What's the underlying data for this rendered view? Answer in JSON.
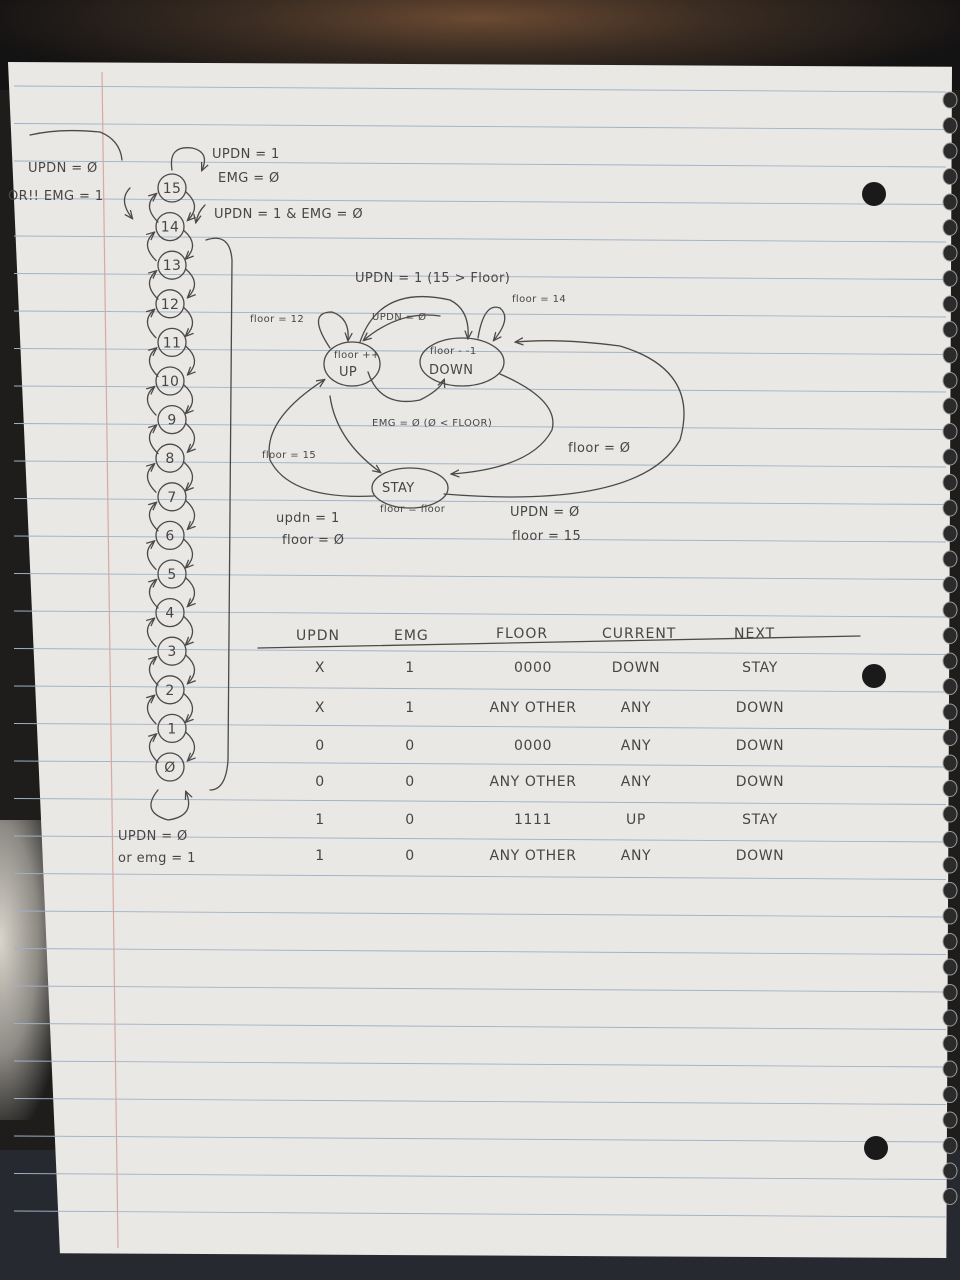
{
  "notes": {
    "top_left_condition": {
      "line1": "UPDN = Ø",
      "line2": "OR!! EMG = 1"
    },
    "top_loop": {
      "line1": "UPDN = 1",
      "line2": "EMG = Ø"
    },
    "top_arrow_label": "UPDN = 1 & EMG = Ø",
    "bottom_condition": {
      "line1": "UPDN = Ø",
      "line2": "or emg = 1"
    }
  },
  "floor_chain": [
    "15",
    "14",
    "13",
    "12",
    "11",
    "10",
    "9",
    "8",
    "7",
    "6",
    "5",
    "4",
    "3",
    "2",
    "1",
    "Ø"
  ],
  "state_diagram": {
    "states": {
      "up": {
        "label": "UP",
        "sublabel": "floor ++"
      },
      "down": {
        "label": "DOWN",
        "sublabel": "floor - -1"
      },
      "stay": {
        "label": "STAY",
        "sublabel": "floor = floor"
      }
    },
    "transitions": {
      "top": "UPDN = 1 (15 > Floor)",
      "up_to_down": "UPDN = Ø",
      "up_self": "floor = 12",
      "down_self": "floor = 14",
      "middle": "EMG = Ø (Ø < FLOOR)",
      "floor_zero": "floor = Ø",
      "up_to_stay": "floor = 15",
      "stay_to_up": {
        "line1": "updn = 1",
        "line2": "floor = Ø"
      },
      "stay_to_down": {
        "line1": "UPDN = Ø",
        "line2": "floor = 15"
      }
    }
  },
  "truth_table": {
    "headers": [
      "UPDN",
      "EMG",
      "FLOOR",
      "CURRENT",
      "NEXT"
    ],
    "rows": [
      [
        "X",
        "1",
        "0000",
        "DOWN",
        "STAY"
      ],
      [
        "X",
        "1",
        "ANY OTHER",
        "ANY",
        "DOWN"
      ],
      [
        "0",
        "0",
        "0000",
        "ANY",
        "DOWN"
      ],
      [
        "0",
        "0",
        "ANY OTHER",
        "ANY",
        "DOWN"
      ],
      [
        "1",
        "0",
        "1111",
        "UP",
        "STAY"
      ],
      [
        "1",
        "0",
        "ANY OTHER",
        "ANY",
        "DOWN"
      ]
    ]
  },
  "colors": {
    "paper": "#e9e8e4",
    "ink": "#4c4a47",
    "rule_line": "#9fb1c8",
    "margin_line": "#d9a8a4"
  }
}
